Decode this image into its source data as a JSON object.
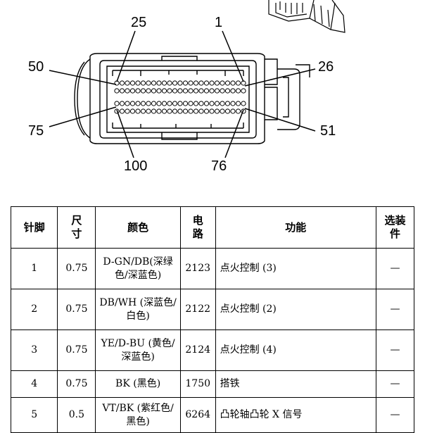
{
  "diagram": {
    "pin_labels": [
      "25",
      "1",
      "50",
      "26",
      "75",
      "51",
      "100",
      "76"
    ]
  },
  "table": {
    "headers": [
      "针脚",
      "尺寸",
      "颜色",
      "电路",
      "功能",
      "选装件"
    ],
    "rows": [
      {
        "pin": "1",
        "size": "0.75",
        "color": "D-GN/DB(深绿色/深蓝色)",
        "circuit": "2123",
        "function": "点火控制 (3)",
        "option": "—"
      },
      {
        "pin": "2",
        "size": "0.75",
        "color": "DB/WH (深蓝色/白色)",
        "circuit": "2122",
        "function": "点火控制 (2)",
        "option": "—"
      },
      {
        "pin": "3",
        "size": "0.75",
        "color": "YE/D-BU (黄色/深蓝色)",
        "circuit": "2124",
        "function": "点火控制 (4)",
        "option": "—"
      },
      {
        "pin": "4",
        "size": "0.75",
        "color": "BK (黑色)",
        "circuit": "1750",
        "function": "搭铁",
        "option": "—"
      },
      {
        "pin": "5",
        "size": "0.5",
        "color": "VT/BK (紫红色/黑色)",
        "circuit": "6264",
        "function": "凸轮轴凸轮 X 信号",
        "option": "—"
      }
    ]
  }
}
